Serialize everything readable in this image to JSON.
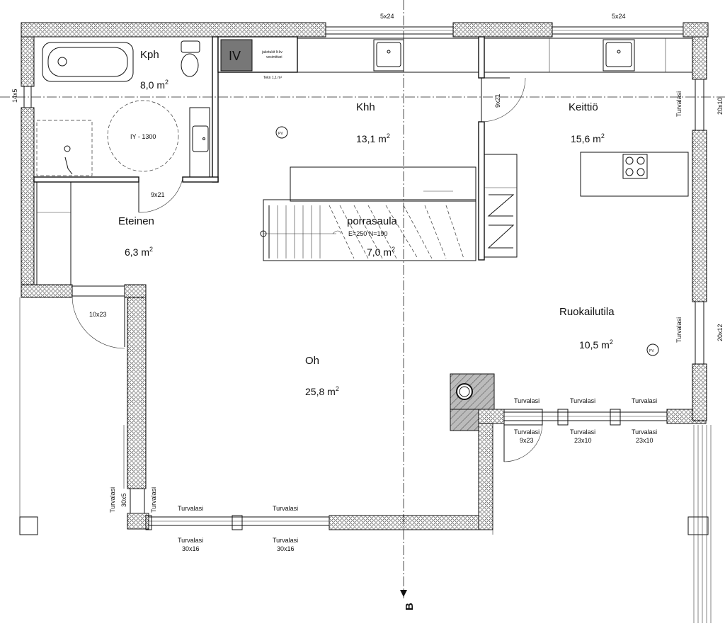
{
  "rooms": {
    "kph": {
      "name": "Kph",
      "area": "8,0 m",
      "sup": "2"
    },
    "khh": {
      "name": "Khh",
      "area": "13,1 m",
      "sup": "2"
    },
    "keittio": {
      "name": "Keittiö",
      "area": "15,6 m",
      "sup": "2"
    },
    "eteinen": {
      "name": "Eteinen",
      "area": "6,3 m",
      "sup": "2"
    },
    "porrasaula": {
      "name": "porrasaula",
      "area": "7,0 m",
      "sup": "2",
      "stair_note": "E=250 N=190"
    },
    "ruokailutila": {
      "name": "Ruokailutila",
      "area": "10,5 m",
      "sup": "2"
    },
    "oh": {
      "name": "Oh",
      "area": "25,8 m",
      "sup": "2"
    }
  },
  "technical": {
    "iv": "IV",
    "jakotukki_1": "jakotukit lt-kv",
    "jakotukki_2": "vesimittari",
    "tekn": "Tekn 1,1 m²",
    "iy": "IY - 1300",
    "pv": "PV"
  },
  "openings": {
    "top_window_1": "5x24",
    "top_window_2": "5x24",
    "left_window": "14x5",
    "right_window_1": "20x10",
    "right_window_2": "20x12",
    "door_kph": "9x21",
    "door_keittio": "9x21",
    "door_entry": "10x23",
    "turvalasi": "Turvalasi",
    "turvalasi_9x23_a": "Turvalasi",
    "turvalasi_9x23_b": "9x23",
    "turvalasi_23x10_1a": "Turvalasi",
    "turvalasi_23x10_1b": "23x10",
    "turvalasi_23x10_2a": "Turvalasi",
    "turvalasi_23x10_2b": "23x10",
    "turvalasi_top_1": "Turvalasi",
    "turvalasi_top_2": "Turvalasi",
    "turvalasi_top_3": "Turvalasi",
    "bottom_tl_1": "Turvalasi",
    "bottom_tl_2": "Turvalasi",
    "bottom_w1a": "Turvalasi",
    "bottom_w1b": "30x16",
    "bottom_w2a": "Turvalasi",
    "bottom_w2b": "30x16",
    "left_tl_a": "Turvalasi",
    "left_tl_b": "30x5",
    "left_tl_c": "Turvalasi",
    "right_tl_1": "Turvalasi",
    "right_tl_2": "Turvalasi"
  },
  "section_marker": "B"
}
